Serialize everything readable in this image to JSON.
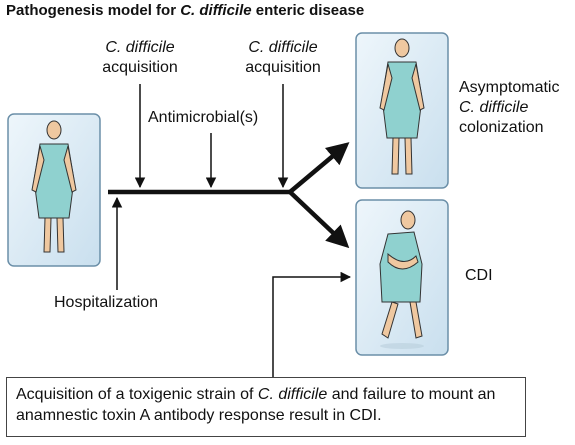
{
  "title": {
    "prefix": "Pathogenesis model for ",
    "italic": "C. difficile",
    "suffix": " enteric disease"
  },
  "acquisition_1": {
    "line1": "C. difficile",
    "line2": "acquisition"
  },
  "acquisition_2": {
    "line1": "C. difficile",
    "line2": "acquisition"
  },
  "antimicrobial": "Antimicrobial(s)",
  "hospitalization": "Hospitalization",
  "outcome_asymptomatic": {
    "line1": "Asymptomatic",
    "line2": "C. difficile",
    "line3": "colonization"
  },
  "outcome_cdi": "CDI",
  "footnote": {
    "part1": "Acquisition of a toxigenic strain of ",
    "italic": "C. difficile",
    "part2": " and failure to mount an anamnestic toxin A antibody response result in CDI."
  },
  "colors": {
    "panel_fill": "#dcebf5",
    "panel_stroke": "#6b8fa8",
    "gown": "#8fd1cf",
    "skin": "#efc8a0",
    "line": "#111111"
  }
}
